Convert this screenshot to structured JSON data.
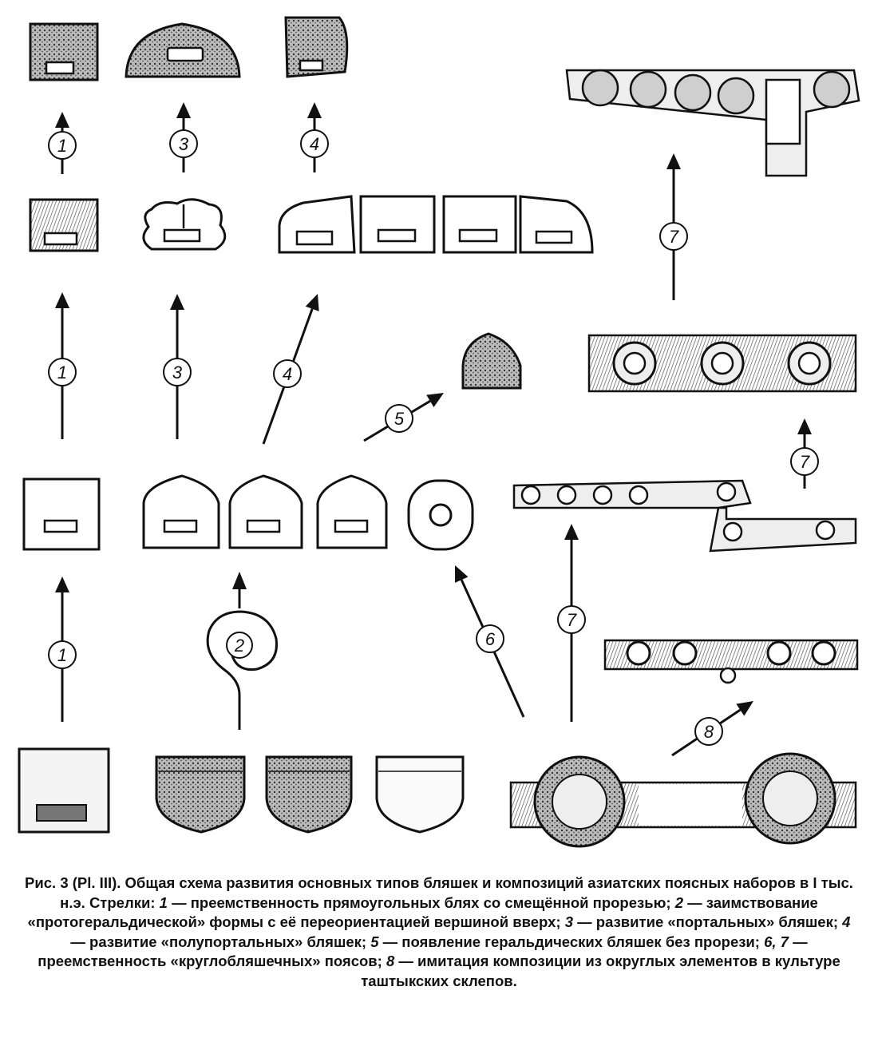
{
  "arrows": {
    "a1_top": "1",
    "a3_top": "3",
    "a4_top": "4",
    "a1_mid": "1",
    "a3_mid": "3",
    "a4_mid": "4",
    "a5": "5",
    "a1_low": "1",
    "a2": "2",
    "a6": "6",
    "a7_low": "7",
    "a7_mid": "7",
    "a7_top": "7",
    "a8": "8"
  },
  "caption": {
    "lead": "Рис. 3 (Pl. III). Общая схема развития основных типов бляшек и композиций азиатских поясных наборов в I тыс. н.э. Стрелки: ",
    "n1": "1",
    "t1": " — преемственность прямоугольных блях со смещённой прорезью; ",
    "n2": "2",
    "t2": " — заимствование «протогеральдической» формы с её переориентацией вершиной вверх; ",
    "n3": "3",
    "t3": " — развитие «портальных» бляшек; ",
    "n4": "4",
    "t4": " — развитие «полупортальных» бляшек; ",
    "n5": "5",
    "t5": " — появление геральдических бляшек без прорези; ",
    "n67": "6, 7",
    "t67": " — преемственность «круглобляшечных» поясов; ",
    "n8": "8",
    "t8": " — имитация композиции из округлых элементов в культуре таштыкских склепов."
  }
}
